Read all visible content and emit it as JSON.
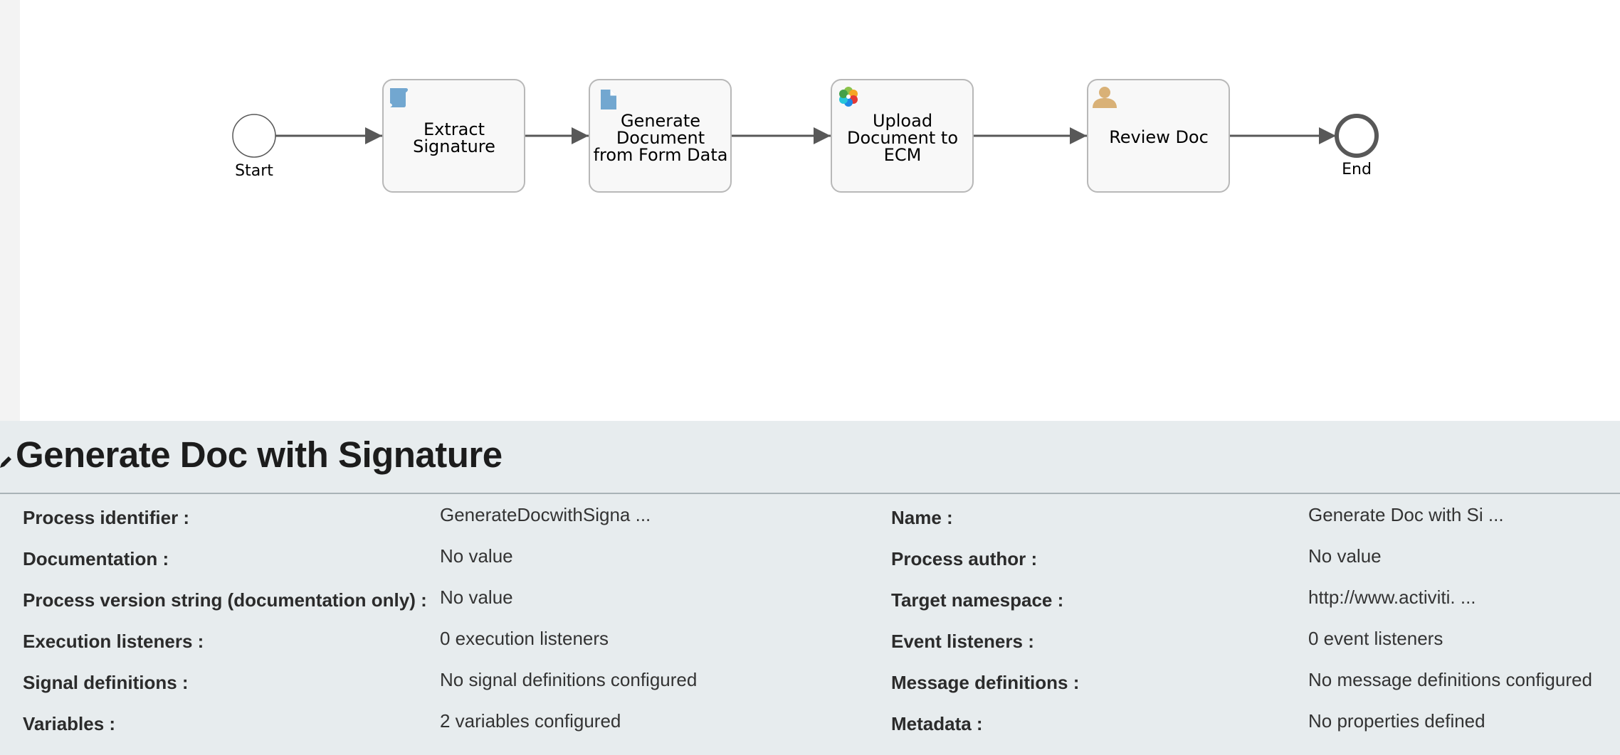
{
  "diagram": {
    "start_label": "Start",
    "end_label": "End",
    "tasks": [
      {
        "lines": [
          "Extract",
          "Signature"
        ],
        "icon": "script-task-icon"
      },
      {
        "lines": [
          "Generate",
          "Document",
          "from Form Data"
        ],
        "icon": "document-task-icon"
      },
      {
        "lines": [
          "Upload",
          "Document to",
          "ECM"
        ],
        "icon": "alfresco-task-icon"
      },
      {
        "lines": [
          "Review Doc"
        ],
        "icon": "user-task-icon"
      }
    ],
    "colors": {
      "task_fill": "#f8f8f8",
      "task_stroke": "#b8b8b8",
      "flow": "#585858",
      "icon_blue": "#72a7d0",
      "user_icon": "#d9b177"
    }
  },
  "process": {
    "title": "Generate Doc with Signature",
    "properties": [
      {
        "label": "Process identifier :",
        "value": "GenerateDocwithSigna ...",
        "label2": "Name :",
        "value2": "Generate Doc with Si ..."
      },
      {
        "label": "Documentation :",
        "value": "No value",
        "label2": "Process author :",
        "value2": "No value"
      },
      {
        "label": "Process version string (documentation only) :",
        "value": "No value",
        "label2": "Target namespace :",
        "value2": "http://www.activiti. ..."
      },
      {
        "label": "Execution listeners :",
        "value": "0 execution listeners",
        "label2": "Event listeners :",
        "value2": "0 event listeners"
      },
      {
        "label": "Signal definitions :",
        "value": "No signal definitions configured",
        "label2": "Message definitions :",
        "value2": "No message definitions configured"
      },
      {
        "label": "Variables :",
        "value": "2 variables configured",
        "label2": "Metadata :",
        "value2": "No properties defined"
      }
    ]
  }
}
